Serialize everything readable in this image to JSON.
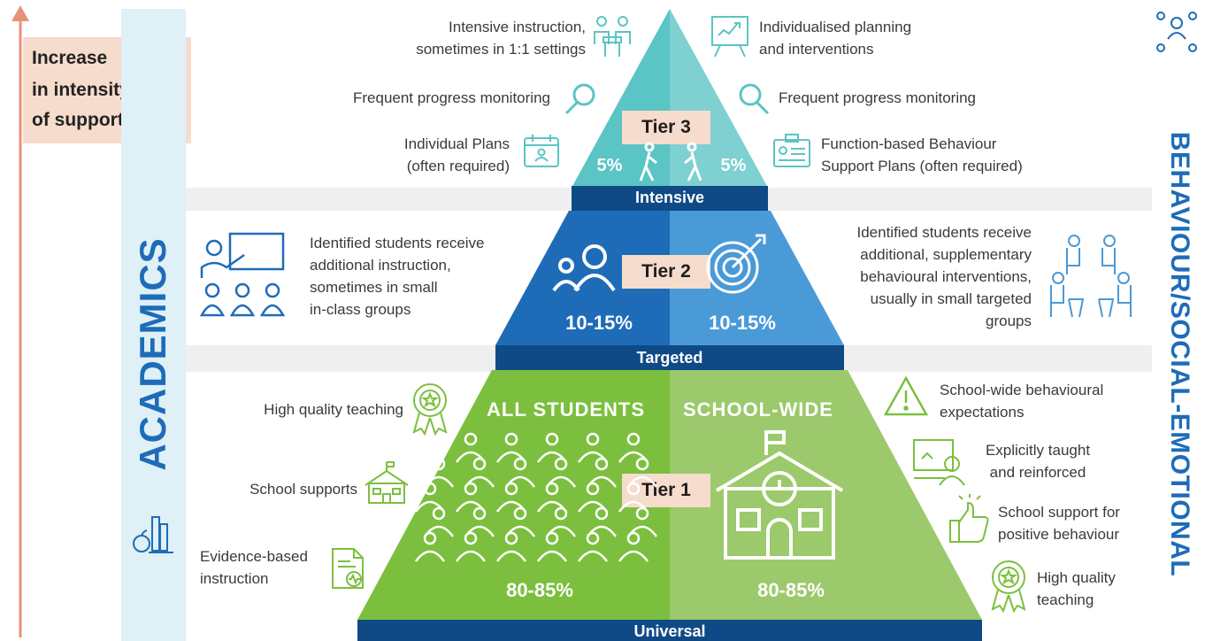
{
  "side_note": {
    "lines": [
      "Increase",
      "in intensity",
      "of support"
    ]
  },
  "left_banner": "ACADEMICS",
  "right_banner": "BEHAVIOUR/SOCIAL-EMOTIONAL",
  "tiers": {
    "tier3": {
      "badge": "Tier 3",
      "band": "Intensive",
      "left_pct": "5%",
      "right_pct": "5%"
    },
    "tier2": {
      "badge": "Tier 2",
      "band": "Targeted",
      "left_pct": "10-15%",
      "right_pct": "10-15%"
    },
    "tier1": {
      "badge": "Tier 1",
      "band": "Universal",
      "left_pct": "80-85%",
      "right_pct": "80-85%",
      "left_heading": "ALL STUDENTS",
      "right_heading": "SCHOOL-WIDE"
    }
  },
  "tier3_left": [
    {
      "lines": [
        "Intensive instruction,",
        "sometimes in 1:1 settings"
      ],
      "icon": "one-on-one-desk-icon"
    },
    {
      "lines": [
        "Frequent progress monitoring"
      ],
      "icon": "magnifier-icon"
    },
    {
      "lines": [
        "Individual Plans",
        "(often required)"
      ],
      "icon": "calendar-person-icon"
    }
  ],
  "tier3_right": [
    {
      "lines": [
        "Individualised planning",
        "and interventions"
      ],
      "icon": "strategy-board-icon"
    },
    {
      "lines": [
        "Frequent progress monitoring"
      ],
      "icon": "magnifier-icon"
    },
    {
      "lines": [
        "Function-based Behaviour",
        "Support Plans (often required)"
      ],
      "icon": "id-card-icon"
    }
  ],
  "tier2_left": {
    "lines": [
      "Identified students receive",
      "additional instruction,",
      "sometimes in small",
      "in-class groups"
    ],
    "icon": "teacher-group-icon"
  },
  "tier2_right": {
    "lines": [
      "Identified students receive",
      "additional, supplementary",
      "behavioural interventions,",
      "usually in small targeted",
      "groups"
    ],
    "icon": "small-group-chairs-icon"
  },
  "tier1_left": [
    {
      "lines": [
        "High quality teaching"
      ],
      "icon": "award-badge-icon"
    },
    {
      "lines": [
        "School supports"
      ],
      "icon": "school-building-icon"
    },
    {
      "lines": [
        "Evidence-based",
        "instruction"
      ],
      "icon": "document-check-icon"
    }
  ],
  "tier1_right": [
    {
      "lines": [
        "School-wide behavioural",
        "expectations"
      ],
      "icon": "warning-triangle-icon"
    },
    {
      "lines": [
        "Explicitly taught",
        "and reinforced"
      ],
      "icon": "teacher-board-icon"
    },
    {
      "lines": [
        "School support for",
        "positive behaviour"
      ],
      "icon": "thumbs-up-icon"
    },
    {
      "lines": [
        "High quality",
        "teaching"
      ],
      "icon": "award-badge-icon"
    }
  ],
  "colors": {
    "tier3_left": "#5bc4c4",
    "tier3_right": "#7fd0d0",
    "tier2_left": "#1e6cb8",
    "tier2_right": "#4a9ad8",
    "tier1_left": "#7cbf3e",
    "tier1_right": "#9cc96b",
    "band": "#0f4a86",
    "left_strip": "#dff0f6",
    "arrow": "#e8917a",
    "badge": "#f6dccd"
  }
}
